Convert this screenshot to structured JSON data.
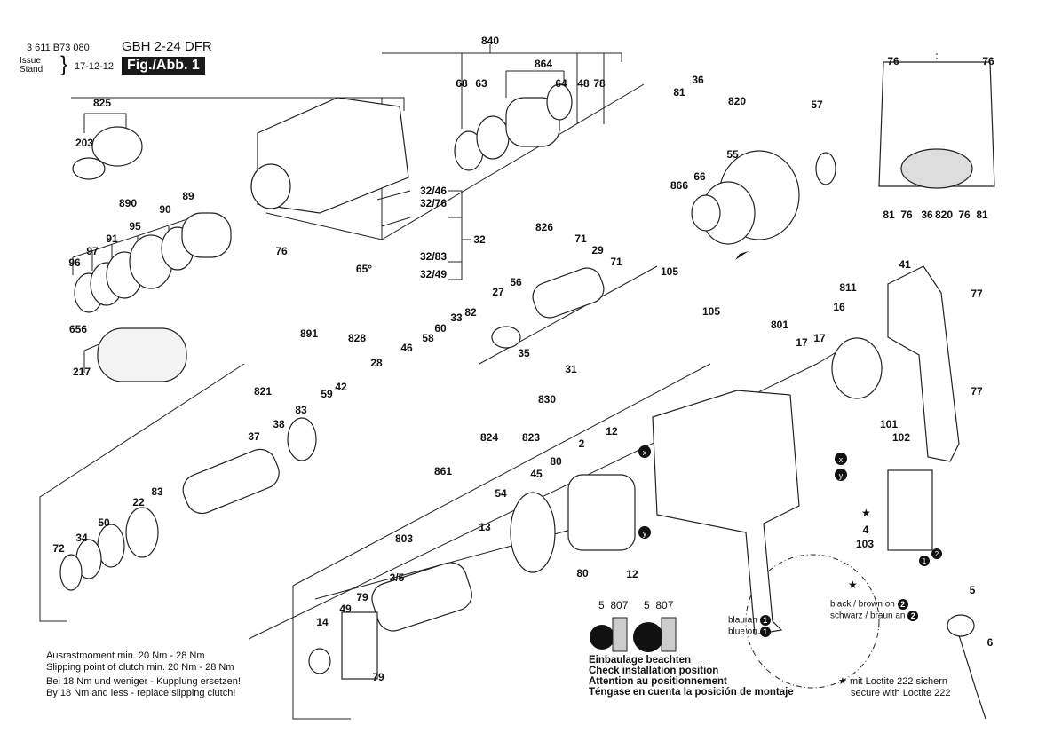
{
  "header": {
    "part_number": "3 611 B73 080",
    "model": "GBH 2-24 DFR",
    "issue_label_1": "Issue",
    "issue_label_2": "Stand",
    "issue_date": "17-12-12",
    "figure_label": "Fig./Abb. 1"
  },
  "notes": {
    "clutch_de": "Ausrastmoment min. 20 Nm - 28 Nm",
    "clutch_en": "Slipping point of clutch min. 20 Nm - 28 Nm",
    "replace_de": "Bei 18 Nm und weniger - Kupplung ersetzen!",
    "replace_en": "By 18 Nm and less - replace slipping clutch!"
  },
  "installation": {
    "label_a_left": "5",
    "label_a_right": "807",
    "label_b_left": "5",
    "label_b_right": "807",
    "line1": "Einbaulage beachten",
    "line2": "Check installation position",
    "line3": "Attention au positionnement",
    "line4": "Téngase en cuenta la posición de montaje"
  },
  "wiring": {
    "blue_de": "blau an",
    "blue_en": "blue on",
    "blue_num": "1",
    "black_en": "black / brown on",
    "black_de": "schwarz / braun an",
    "black_num": "2",
    "label_4": "4",
    "label_103": "103"
  },
  "loctite": {
    "star": "★",
    "de": "mit Loctite 222 sichern",
    "en": "secure with Loctite 222"
  },
  "marker_labels": {
    "x": "x",
    "y": "y",
    "one": "1",
    "two": "2"
  },
  "part_labels": [
    {
      "id": "p840",
      "text": "840"
    },
    {
      "id": "p68",
      "text": "68"
    },
    {
      "id": "p63",
      "text": "63"
    },
    {
      "id": "p864",
      "text": "864"
    },
    {
      "id": "p64",
      "text": "64"
    },
    {
      "id": "p48",
      "text": "48"
    },
    {
      "id": "p78",
      "text": "78"
    },
    {
      "id": "p825",
      "text": "825"
    },
    {
      "id": "p203",
      "text": "203"
    },
    {
      "id": "p890",
      "text": "890"
    },
    {
      "id": "p89",
      "text": "89"
    },
    {
      "id": "p90",
      "text": "90"
    },
    {
      "id": "p95",
      "text": "95"
    },
    {
      "id": "p91",
      "text": "91"
    },
    {
      "id": "p97",
      "text": "97"
    },
    {
      "id": "p96",
      "text": "96"
    },
    {
      "id": "p656",
      "text": "656"
    },
    {
      "id": "p217",
      "text": "217"
    },
    {
      "id": "p76a",
      "text": "76"
    },
    {
      "id": "p32_46",
      "text": "32/46"
    },
    {
      "id": "p32_76",
      "text": "32/76"
    },
    {
      "id": "p32",
      "text": "32"
    },
    {
      "id": "p32_83",
      "text": "32/83"
    },
    {
      "id": "p32_49",
      "text": "32/49"
    },
    {
      "id": "p65",
      "text": "65°"
    },
    {
      "id": "p81a",
      "text": "81"
    },
    {
      "id": "p36a",
      "text": "36"
    },
    {
      "id": "p820a",
      "text": "820"
    },
    {
      "id": "p57",
      "text": "57"
    },
    {
      "id": "p866",
      "text": "866"
    },
    {
      "id": "p66",
      "text": "66"
    },
    {
      "id": "p55",
      "text": "55"
    },
    {
      "id": "p105a",
      "text": "105"
    },
    {
      "id": "p105b",
      "text": "105"
    },
    {
      "id": "p826",
      "text": "826"
    },
    {
      "id": "p71a",
      "text": "71"
    },
    {
      "id": "p29",
      "text": "29"
    },
    {
      "id": "p71b",
      "text": "71"
    },
    {
      "id": "p27",
      "text": "27"
    },
    {
      "id": "p56",
      "text": "56"
    },
    {
      "id": "p891",
      "text": "891"
    },
    {
      "id": "p828",
      "text": "828"
    },
    {
      "id": "p46",
      "text": "46"
    },
    {
      "id": "p58",
      "text": "58"
    },
    {
      "id": "p60",
      "text": "60"
    },
    {
      "id": "p33",
      "text": "33"
    },
    {
      "id": "p82",
      "text": "82"
    },
    {
      "id": "p28",
      "text": "28"
    },
    {
      "id": "p59",
      "text": "59"
    },
    {
      "id": "p42",
      "text": "42"
    },
    {
      "id": "p35",
      "text": "35"
    },
    {
      "id": "p31",
      "text": "31"
    },
    {
      "id": "p830",
      "text": "830"
    },
    {
      "id": "p824",
      "text": "824"
    },
    {
      "id": "p823",
      "text": "823"
    },
    {
      "id": "p861",
      "text": "861"
    },
    {
      "id": "p821",
      "text": "821"
    },
    {
      "id": "p37",
      "text": "37"
    },
    {
      "id": "p38",
      "text": "38"
    },
    {
      "id": "p83a",
      "text": "83"
    },
    {
      "id": "p83b",
      "text": "83"
    },
    {
      "id": "p22",
      "text": "22"
    },
    {
      "id": "p50",
      "text": "50"
    },
    {
      "id": "p34",
      "text": "34"
    },
    {
      "id": "p72",
      "text": "72"
    },
    {
      "id": "p12a",
      "text": "12"
    },
    {
      "id": "p2",
      "text": "2"
    },
    {
      "id": "p80a",
      "text": "80"
    },
    {
      "id": "p45",
      "text": "45"
    },
    {
      "id": "p54",
      "text": "54"
    },
    {
      "id": "p13",
      "text": "13"
    },
    {
      "id": "p80b",
      "text": "80"
    },
    {
      "id": "p12b",
      "text": "12"
    },
    {
      "id": "p803",
      "text": "803"
    },
    {
      "id": "p3_5",
      "text": "3/5"
    },
    {
      "id": "p79a",
      "text": "79"
    },
    {
      "id": "p49",
      "text": "49"
    },
    {
      "id": "p14",
      "text": "14"
    },
    {
      "id": "p79b",
      "text": "79"
    },
    {
      "id": "p801",
      "text": "801"
    },
    {
      "id": "p17a",
      "text": "17"
    },
    {
      "id": "p17b",
      "text": "17"
    },
    {
      "id": "p16",
      "text": "16"
    },
    {
      "id": "p811",
      "text": "811"
    },
    {
      "id": "p41",
      "text": "41"
    },
    {
      "id": "p77a",
      "text": "77"
    },
    {
      "id": "p77b",
      "text": "77"
    },
    {
      "id": "p101",
      "text": "101"
    },
    {
      "id": "p102",
      "text": "102"
    },
    {
      "id": "p4",
      "text": "4"
    },
    {
      "id": "p103",
      "text": "103"
    },
    {
      "id": "p5",
      "text": "5"
    },
    {
      "id": "p6",
      "text": "6"
    },
    {
      "id": "i76a",
      "text": "76"
    },
    {
      "id": "i76b",
      "text": "76"
    },
    {
      "id": "i81a",
      "text": "81"
    },
    {
      "id": "i76c",
      "text": "76"
    },
    {
      "id": "i36",
      "text": "36"
    },
    {
      "id": "i820",
      "text": "820"
    },
    {
      "id": "i76d",
      "text": "76"
    },
    {
      "id": "i81b",
      "text": "81"
    }
  ]
}
